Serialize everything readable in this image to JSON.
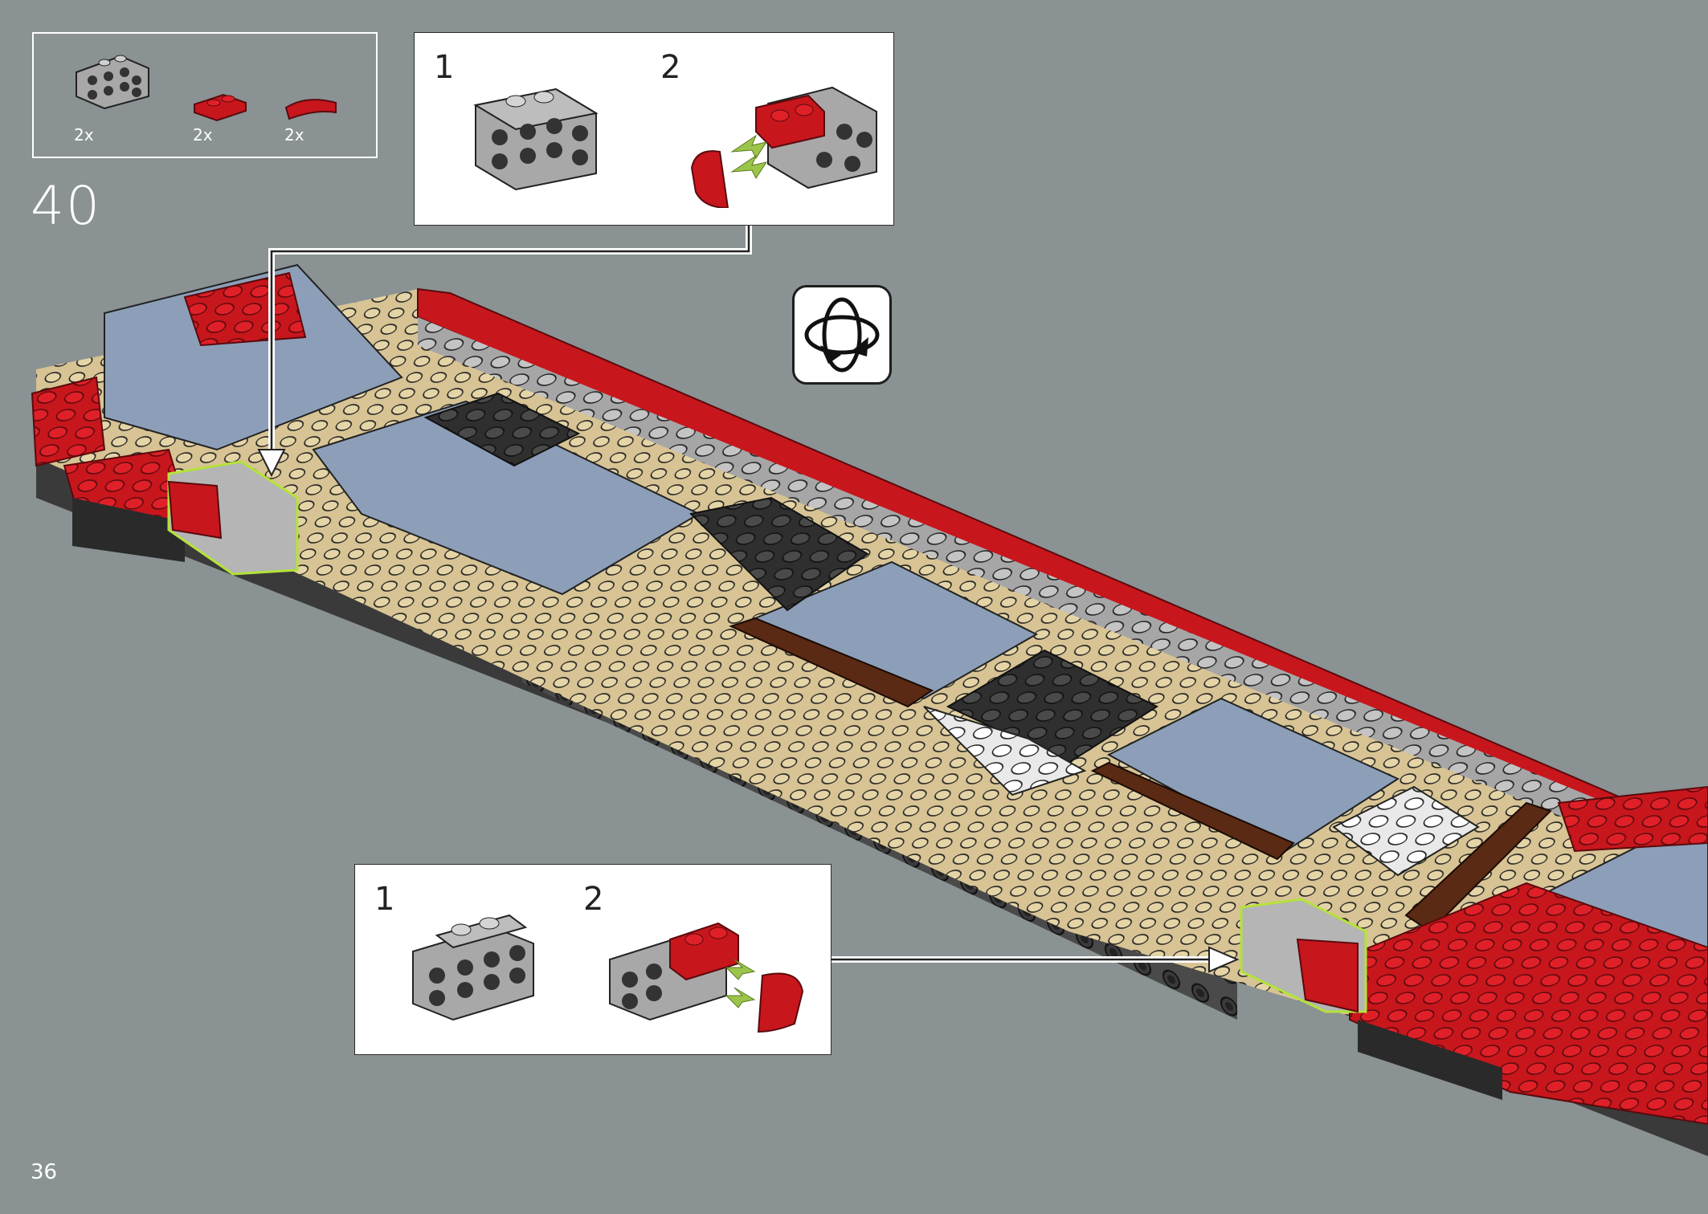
{
  "parts_list": {
    "items": [
      {
        "name": "light-gray-bracket-plate",
        "qty": "2x"
      },
      {
        "name": "red-plate-1x2",
        "qty": "2x"
      },
      {
        "name": "red-curved-slope",
        "qty": "2x"
      }
    ]
  },
  "step": {
    "number": "40"
  },
  "callout_top": {
    "sub_steps": [
      "1",
      "2"
    ]
  },
  "callout_bottom": {
    "sub_steps": [
      "1",
      "2"
    ]
  },
  "rotate_icon": "rotate-model-icon",
  "page": {
    "number": "36"
  },
  "colors": {
    "background": "#8a9293",
    "red": "#c8161d",
    "tan": "#d7c394",
    "sand_blue": "#8d9fb8",
    "dark_gray": "#3c3c3c",
    "light_gray": "#a6a6a6",
    "brown": "#5a2a14",
    "highlight": "#b5e23a"
  }
}
